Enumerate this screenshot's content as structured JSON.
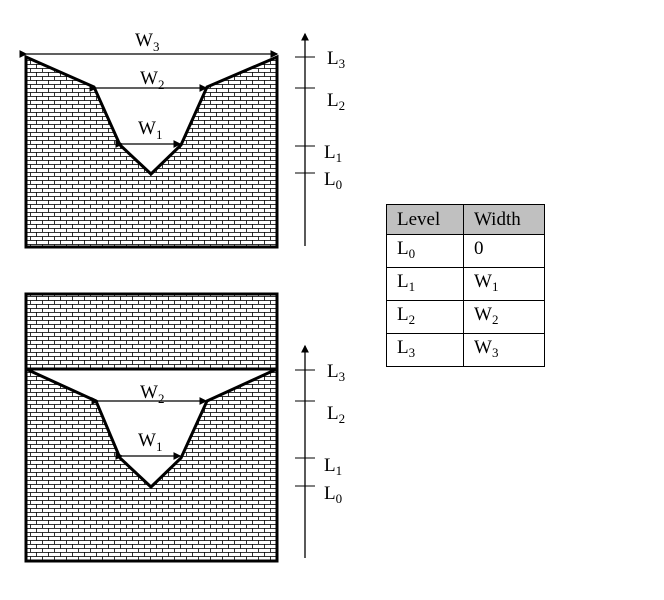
{
  "top_diagram": {
    "widths": [
      {
        "base": "W",
        "sub": "3"
      },
      {
        "base": "W",
        "sub": "2"
      },
      {
        "base": "W",
        "sub": "1"
      }
    ],
    "levels": [
      {
        "base": "L",
        "sub": "3"
      },
      {
        "base": "L",
        "sub": "2"
      },
      {
        "base": "L",
        "sub": "1"
      },
      {
        "base": "L",
        "sub": "0"
      }
    ]
  },
  "bottom_diagram": {
    "widths": [
      {
        "base": "W",
        "sub": "2"
      },
      {
        "base": "W",
        "sub": "1"
      }
    ],
    "levels": [
      {
        "base": "L",
        "sub": "3"
      },
      {
        "base": "L",
        "sub": "2"
      },
      {
        "base": "L",
        "sub": "1"
      },
      {
        "base": "L",
        "sub": "0"
      }
    ]
  },
  "table": {
    "headers": [
      "Level",
      "Width"
    ],
    "rows": [
      {
        "level": {
          "base": "L",
          "sub": "0"
        },
        "width": {
          "base": "0",
          "sub": ""
        }
      },
      {
        "level": {
          "base": "L",
          "sub": "1"
        },
        "width": {
          "base": "W",
          "sub": "1"
        }
      },
      {
        "level": {
          "base": "L",
          "sub": "2"
        },
        "width": {
          "base": "W",
          "sub": "2"
        }
      },
      {
        "level": {
          "base": "L",
          "sub": "3"
        },
        "width": {
          "base": "W",
          "sub": "3"
        }
      }
    ],
    "header_fill": "#c0c0c0"
  }
}
